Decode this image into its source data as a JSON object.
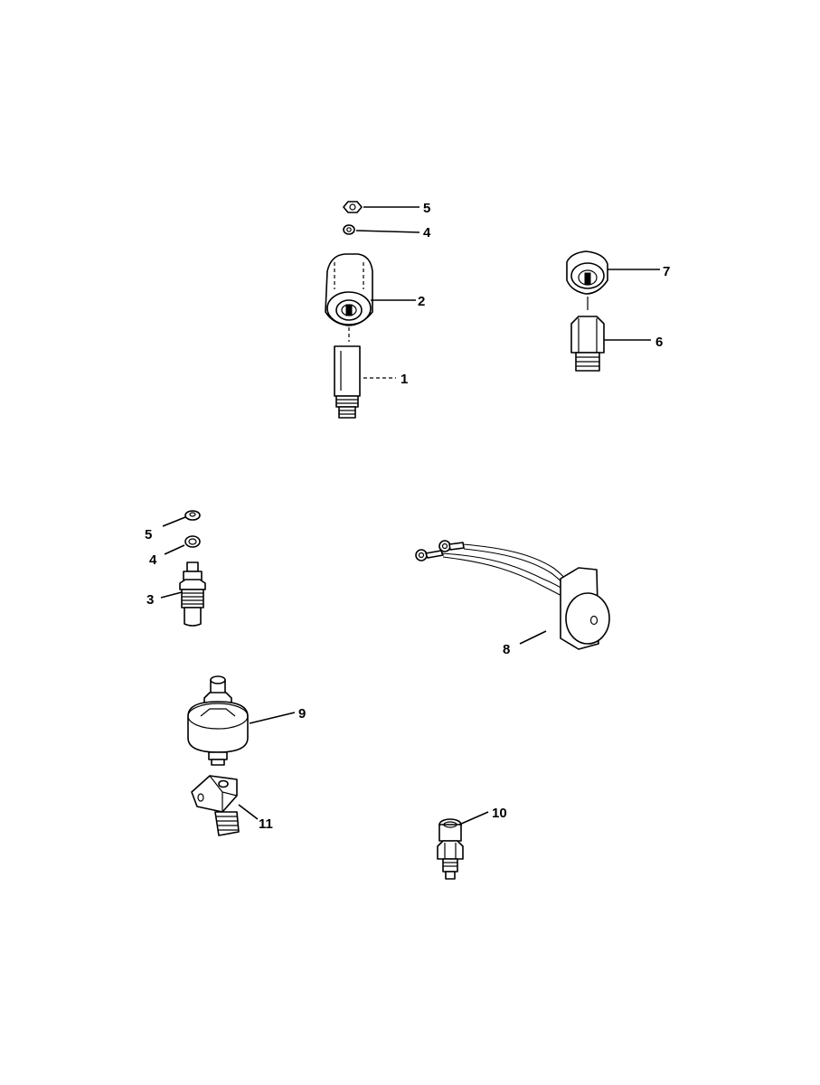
{
  "callouts": {
    "c1": "1",
    "c2": "2",
    "c3": "3",
    "c4_top": "4",
    "c4_left": "4",
    "c5_top": "5",
    "c5_left": "5",
    "c6": "6",
    "c7": "7",
    "c8": "8",
    "c9": "9",
    "c10": "10",
    "c11": "11"
  },
  "colors": {
    "ink": "#000000",
    "paper": "#ffffff"
  }
}
